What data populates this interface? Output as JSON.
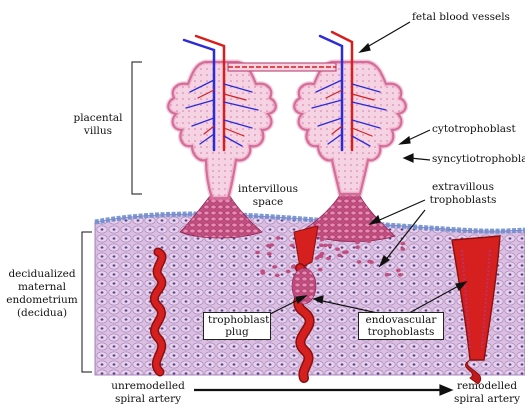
{
  "labels": {
    "fetal_blood_vessels": "fetal blood vessels",
    "placental_villus_1": "placental",
    "placental_villus_2": "villus",
    "cytotrophoblast": "cytotrophoblast",
    "syncytiotrophoblast": "syncytiotrophoblast",
    "intervillous_1": "intervillous",
    "intervillous_2": "space",
    "extravillous_1": "extravillous",
    "extravillous_2": "trophoblasts",
    "decidua_1": "decidualized",
    "decidua_2": "maternal",
    "decidua_3": "endometrium",
    "decidua_4": "(decidua)",
    "trophoblast_plug_1": "trophoblast",
    "trophoblast_plug_2": "plug",
    "endovascular_1": "endovascular",
    "endovascular_2": "trophoblasts",
    "unremodelled_1": "unremodelled",
    "unremodelled_2": "spiral artery",
    "remodelled_1": "remodelled",
    "remodelled_2": "spiral artery"
  },
  "colors": {
    "artery_red": "#d61f1f",
    "vein_blue": "#2b2bd8",
    "tissue_pink": "#f2c6da",
    "villus_border": "#c2507e",
    "trophoblast_magenta": "#b8336a",
    "decidua_fill": "#d9b8da",
    "cell_nucleus": "#6a4a9a"
  }
}
